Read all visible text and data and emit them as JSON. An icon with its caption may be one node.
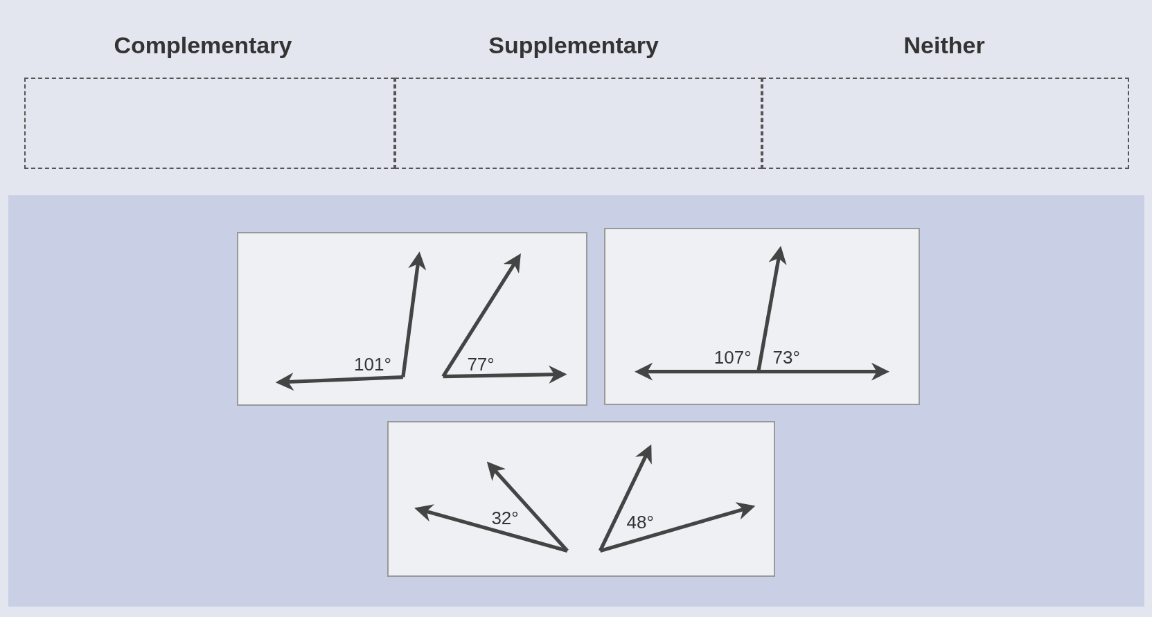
{
  "diagram": {
    "nodes": [
      {
        "text": [
          "Complementary"
        ]
      },
      {
        "text": [
          "Supplementary"
        ]
      },
      {
        "text": [
          "Neither"
        ]
      },
      {
        "text": [
          "101°",
          "77°"
        ]
      },
      {
        "text": [
          "107°",
          "73°"
        ]
      },
      {
        "text": [
          "32°",
          "48°"
        ]
      }
    ]
  }
}
